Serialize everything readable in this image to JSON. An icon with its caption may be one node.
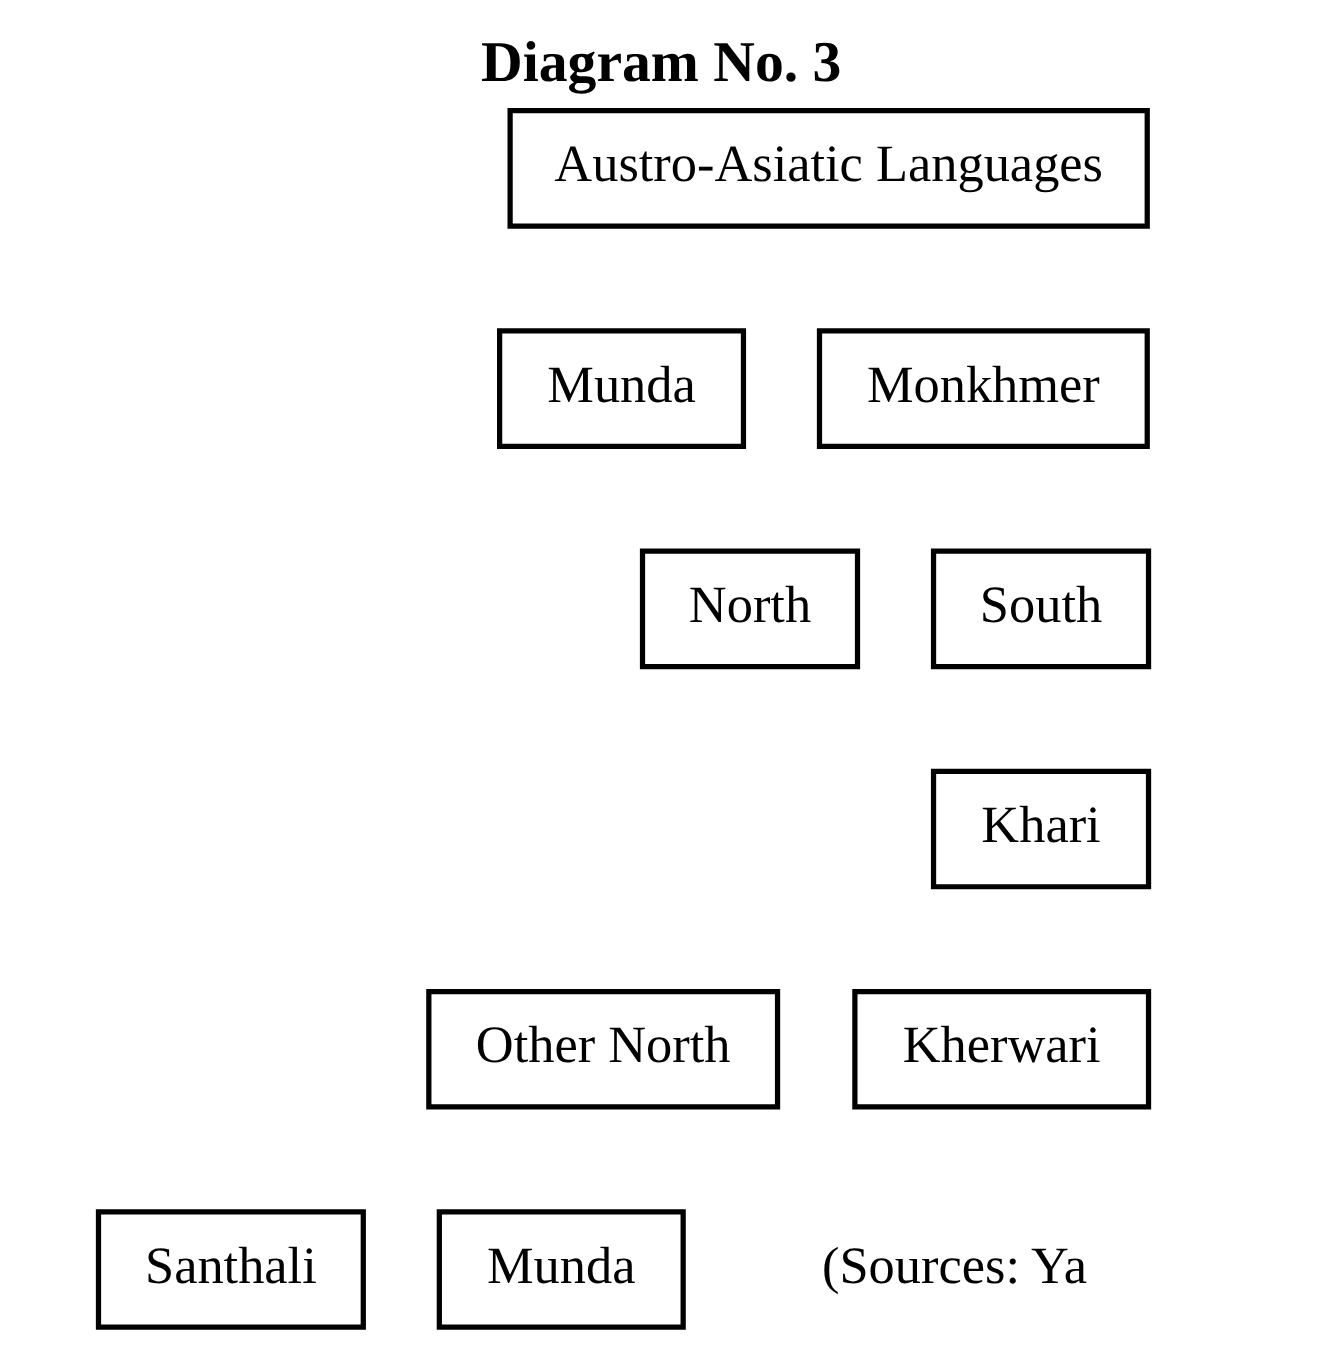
{
  "diagram": {
    "title": "Diagram No. 3",
    "nodes": [
      {
        "text": [
          "Austro-Asiatic Languages"
        ]
      },
      {
        "text": [
          "Munda"
        ]
      },
      {
        "text": [
          "Monkhmer"
        ]
      },
      {
        "text": [
          "North"
        ]
      },
      {
        "text": [
          "South"
        ]
      },
      {
        "text": [
          "Khari"
        ]
      },
      {
        "text": [
          "Other North"
        ]
      },
      {
        "text": [
          "Kherwari"
        ]
      },
      {
        "text": [
          "Santhali"
        ]
      },
      {
        "text": [
          "Munda"
        ]
      }
    ],
    "labels": [
      "(Sources: Ya"
    ]
  }
}
